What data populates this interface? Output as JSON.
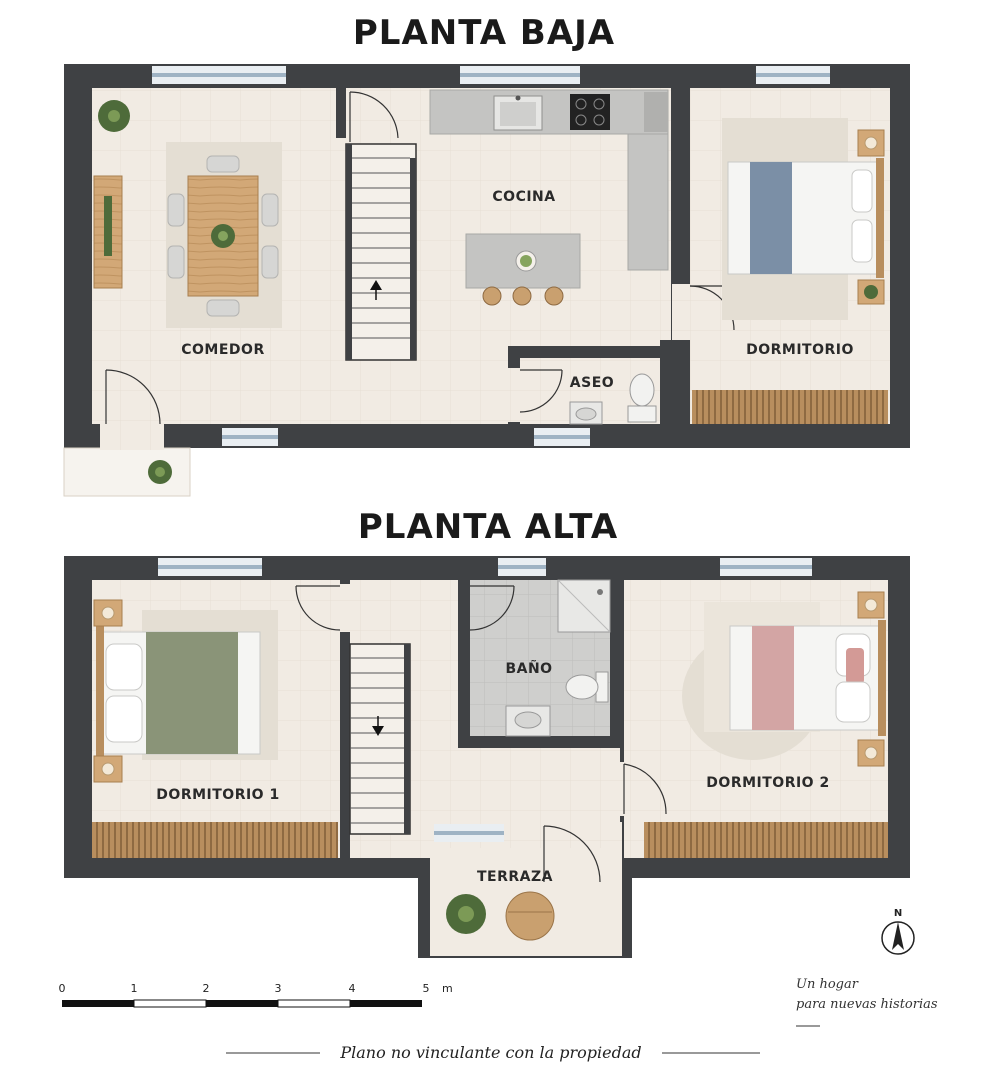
{
  "ground_floor": {
    "title": "PLANTA BAJA",
    "rooms": {
      "dining": "COMEDOR",
      "kitchen": "COCINA",
      "toilet": "ASEO",
      "bedroom": "DORMITORIO"
    }
  },
  "upper_floor": {
    "title": "PLANTA ALTA",
    "rooms": {
      "bedroom1": "DORMITORIO 1",
      "bathroom": "BAÑO",
      "bedroom2": "DORMITORIO 2",
      "terrace": "TERRAZA"
    }
  },
  "scale_bar": {
    "ticks": [
      "0",
      "1",
      "2",
      "3",
      "4"
    ],
    "last_tick": "5",
    "unit": "m"
  },
  "north_label": "N",
  "tagline": {
    "line1": "Un hogar",
    "line2": "para nuevas historias"
  },
  "disclaimer": "Plano no vinculante con la propiedad",
  "colors": {
    "wall": "#3f4144",
    "floor": "#f1ebe3",
    "wood": "#c9a06f",
    "stone": "#c4c4c2",
    "bed_blue": "#7b8fa6",
    "bed_green": "#8a9478",
    "bed_pink": "#d3a5a4"
  }
}
